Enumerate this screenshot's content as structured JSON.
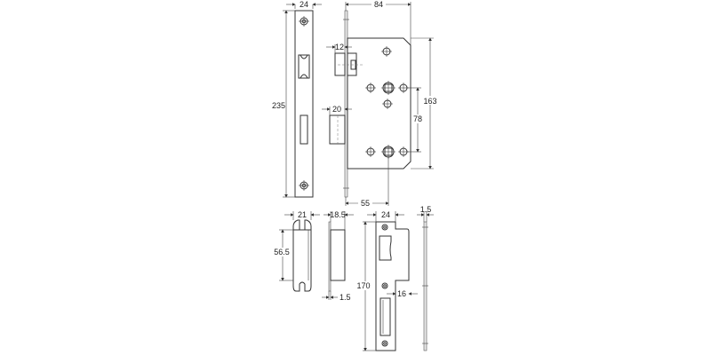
{
  "diagram": {
    "subject": "Mortice lock with forend, keeper and strike plate",
    "colors": {
      "line": "#333333",
      "background": "#ffffff"
    },
    "views": {
      "forend_front": {
        "width_label": "24",
        "height_label": "235"
      },
      "lock_body_side": {
        "case_width_label": "84",
        "latch_projection_label": "12",
        "deadbolt_projection_label": "20",
        "case_height_label": "163",
        "centres_label": "78",
        "backset_label": "55"
      },
      "keeper_front": {
        "width_label": "21",
        "height_label": "56.5"
      },
      "keeper_side": {
        "depth_label": "18.5",
        "thickness_label": "1.5"
      },
      "strike_plate_front": {
        "width_label": "24",
        "height_label": "170",
        "lip_label": "16"
      },
      "strike_plate_side": {
        "thickness_label": "1.5"
      }
    }
  }
}
